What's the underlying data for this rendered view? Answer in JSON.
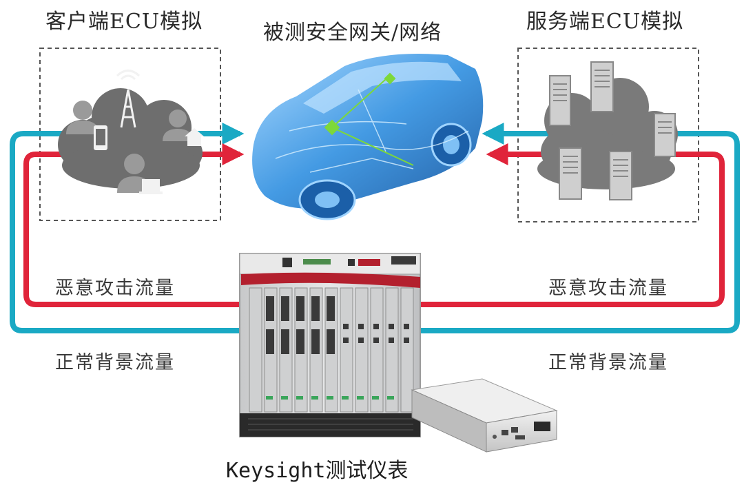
{
  "labels": {
    "client_title": "客户端ECU模拟",
    "dut_title": "被测安全网关/网络",
    "server_title": "服务端ECU模拟",
    "attack_left": "恶意攻击流量",
    "attack_right": "恶意攻击流量",
    "normal_left": "正常背景流量",
    "normal_right": "正常背景流量",
    "caption": "Keysight测试仪表"
  },
  "colors": {
    "normal_traffic": "#1aa9c4",
    "attack_traffic": "#e0243a",
    "cloud": "#6e6e6e",
    "car_body": "#2f8fe0",
    "gateway_node": "#7dd83a",
    "chassis": "#d9dadb",
    "brand_red": "#b3202e"
  },
  "icons": {
    "client_cloud": "cloud-icon",
    "cell_tower": "cell-tower-icon",
    "user": "user-icon",
    "smartphone": "smartphone-icon",
    "home_user": "home-user-icon",
    "laptop_user": "laptop-user-icon",
    "server_cloud": "cloud-icon",
    "server": "server-icon"
  }
}
